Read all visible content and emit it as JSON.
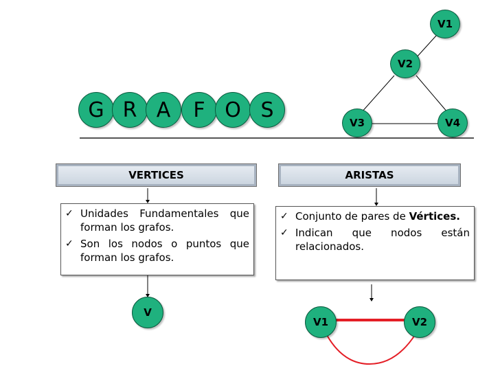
{
  "title_letters": [
    "G",
    "R",
    "A",
    "F",
    "O",
    "S"
  ],
  "graph": {
    "nodes": [
      "V1",
      "V2",
      "V3",
      "V4"
    ]
  },
  "vertices": {
    "header": "VERTICES",
    "items": [
      "Unidades Fundamentales que forman los grafos.",
      "Son los nodos o puntos que forman los grafos."
    ],
    "node": "V"
  },
  "aristas": {
    "header": "ARISTAS",
    "items": [
      {
        "text": "Conjunto de pares de ",
        "bold": "Vértices."
      },
      {
        "text": "Indican que nodos están relacionados.",
        "bold": ""
      }
    ],
    "nodes": [
      "V1",
      "V2"
    ]
  },
  "bullet_symbol": "✓",
  "colors": {
    "node_fill": "#1fb17e",
    "edge_red": "#e41e26",
    "divider": "#555555"
  }
}
